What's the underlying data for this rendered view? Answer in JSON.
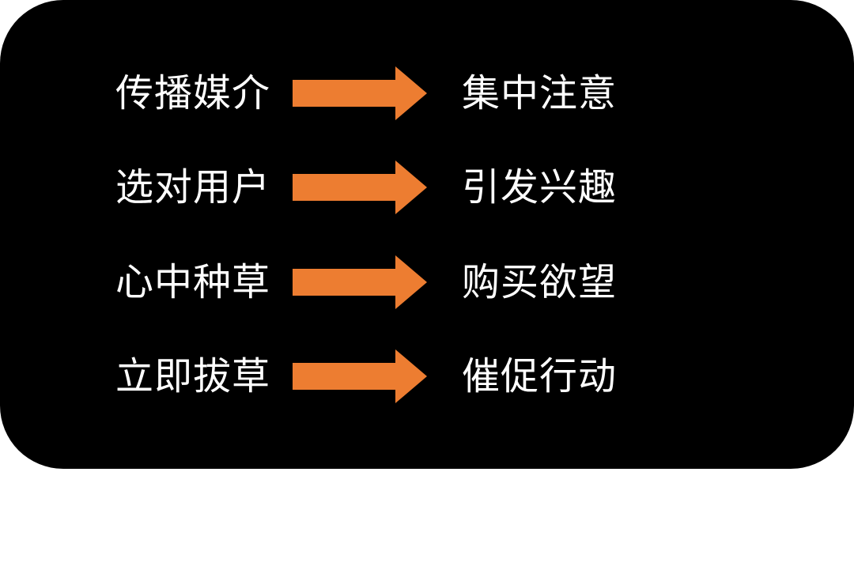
{
  "colors": {
    "background": "#000000",
    "text": "#ffffff",
    "arrow": "#ed7d31"
  },
  "rows": [
    {
      "left": "传播媒介",
      "arrow_icon": "right-arrow-icon",
      "right": "集中注意"
    },
    {
      "left": "选对用户",
      "arrow_icon": "right-arrow-icon",
      "right": "引发兴趣"
    },
    {
      "left": "心中种草",
      "arrow_icon": "right-arrow-icon",
      "right": "购买欲望"
    },
    {
      "left": "立即拔草",
      "arrow_icon": "right-arrow-icon",
      "right": "催促行动"
    }
  ]
}
